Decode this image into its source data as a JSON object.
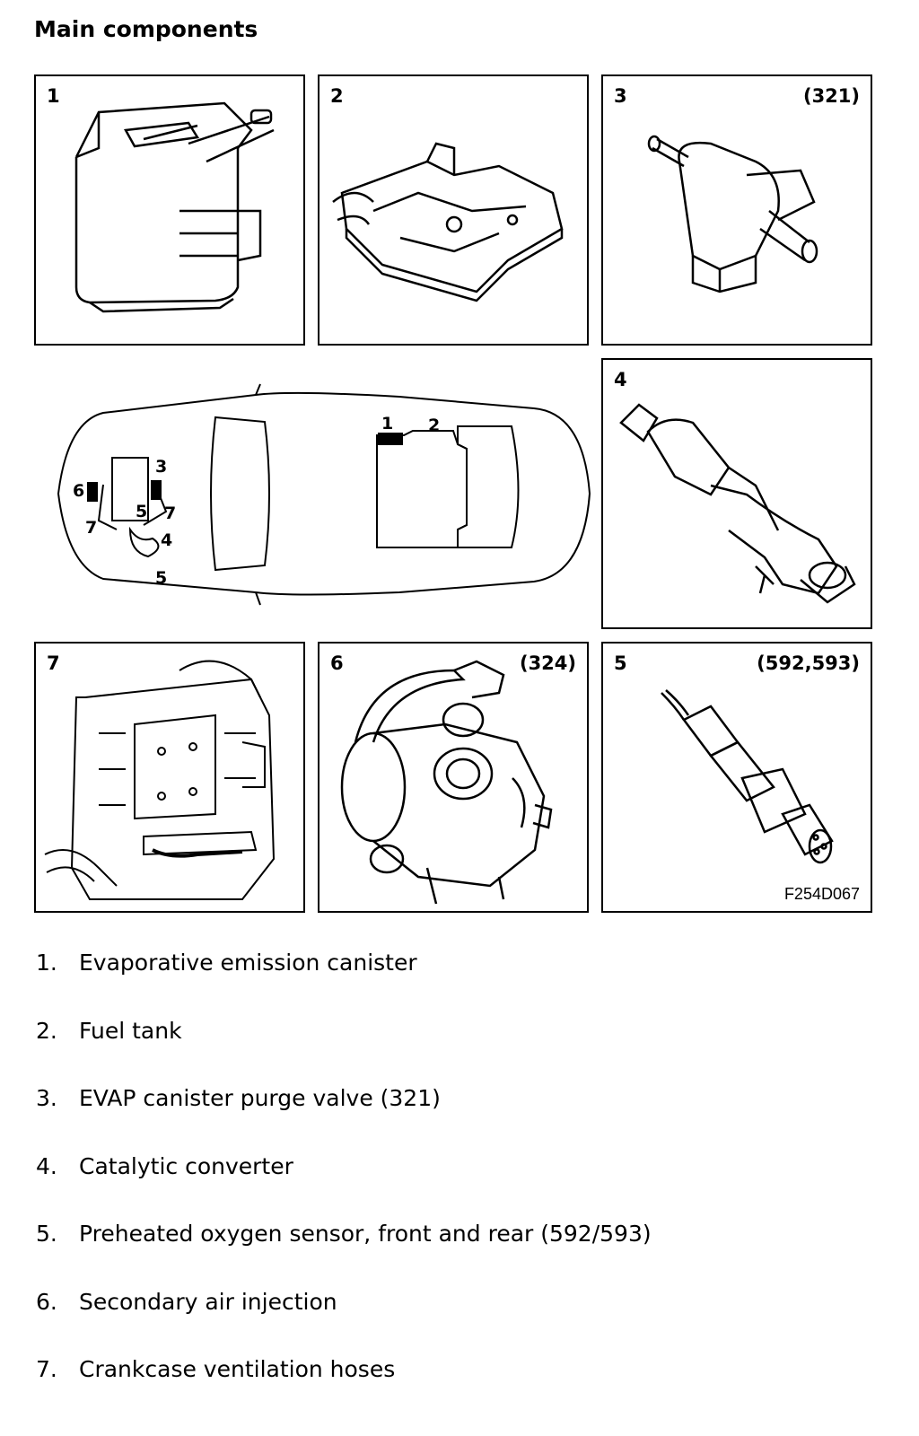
{
  "title": "Main components",
  "panels": [
    {
      "number": "1",
      "ref": ""
    },
    {
      "number": "2",
      "ref": ""
    },
    {
      "number": "3",
      "ref": "(321)"
    },
    {
      "number": "4",
      "ref": ""
    },
    {
      "number": "7",
      "ref": ""
    },
    {
      "number": "6",
      "ref": "(324)"
    },
    {
      "number": "5",
      "ref": "(592,593)"
    }
  ],
  "figure_code": "F254D067",
  "layout_labels": {
    "canister": "1",
    "tank": "2",
    "purge_valve": "3",
    "catalyst": "4",
    "sensor_front": "5",
    "sensor_rear": "5",
    "secondary_air": "6",
    "hose_left": "7",
    "hose_right": "7"
  },
  "legend": [
    {
      "num": "1.",
      "text": "Evaporative emission canister"
    },
    {
      "num": "2.",
      "text": "Fuel tank"
    },
    {
      "num": "3.",
      "text": "EVAP canister purge valve (321)"
    },
    {
      "num": "4.",
      "text": "Catalytic converter"
    },
    {
      "num": "5.",
      "text": "Preheated oxygen sensor, front and rear (592/593)"
    },
    {
      "num": "6.",
      "text": "Secondary air injection"
    },
    {
      "num": "7.",
      "text": "Crankcase ventilation hoses"
    }
  ]
}
